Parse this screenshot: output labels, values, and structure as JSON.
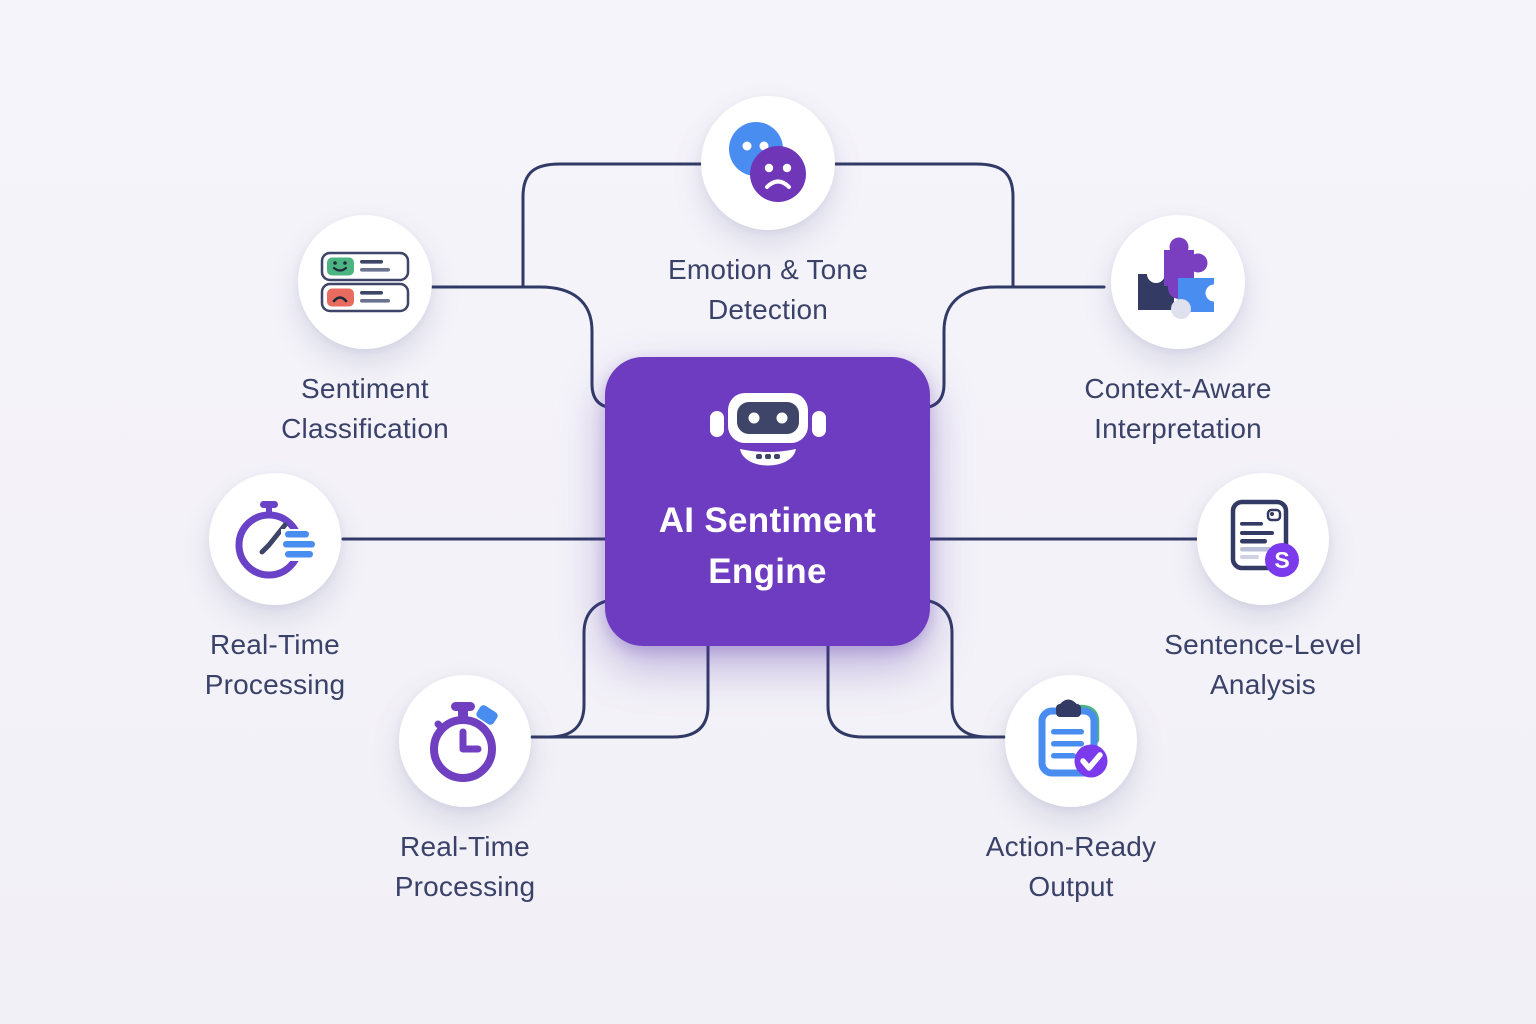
{
  "diagram": {
    "center": {
      "icon": "robot-icon",
      "label_lines": [
        "AI Sentiment",
        "Engine"
      ]
    },
    "nodes": [
      {
        "id": "emotion-tone-detection",
        "icon": "emotion-faces-icon",
        "label_lines": [
          "Emotion & Tone",
          "Detection"
        ]
      },
      {
        "id": "sentiment-classification",
        "icon": "sentiment-cards-icon",
        "label_lines": [
          "Sentiment",
          "Classification"
        ]
      },
      {
        "id": "context-aware-interpretation",
        "icon": "puzzle-icon",
        "label_lines": [
          "Context-Aware",
          "Interpretation"
        ]
      },
      {
        "id": "real-time-processing-left",
        "icon": "stopwatch-lines-icon",
        "label_lines": [
          "Real-Time",
          "Processing"
        ]
      },
      {
        "id": "sentence-level-analysis",
        "icon": "document-s-icon",
        "label_lines": [
          "Sentence-Level",
          "Analysis"
        ],
        "badge": "S"
      },
      {
        "id": "real-time-processing-bottom",
        "icon": "stopwatch-icon",
        "label_lines": [
          "Real-Time",
          "Processing"
        ]
      },
      {
        "id": "action-ready-output",
        "icon": "clipboard-check-icon",
        "label_lines": [
          "Action-Ready",
          "Output"
        ]
      }
    ]
  },
  "colors": {
    "background": "#f3f2f8",
    "connector_line": "#313a66",
    "node_circle": "#ffffff",
    "label_text": "#3b4269",
    "center_box": "#6e3cc0",
    "center_text": "#ffffff",
    "blue": "#4a8df0",
    "purple": "#7a3fc1",
    "deep_purple": "#7c3aed",
    "navy": "#333a63",
    "green": "#4cb480",
    "coral": "#e96a5f"
  }
}
